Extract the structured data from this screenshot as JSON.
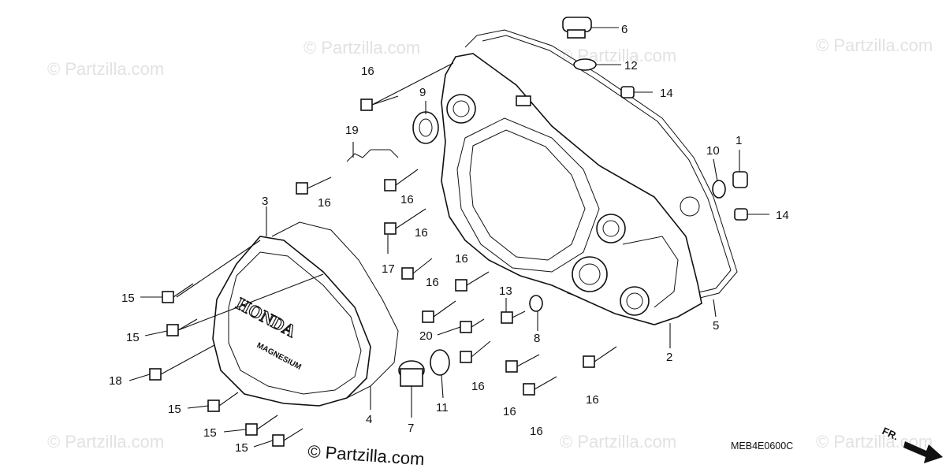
{
  "diagram": {
    "code": "MEB4E0600C",
    "direction_label": "FR.",
    "cover_brand": "HONDA",
    "cover_material": "MAGNESIUM",
    "copyright": "© Partzilla.com",
    "watermark": "© Partzilla.com"
  },
  "callouts": {
    "c6": "6",
    "c12": "12",
    "c14a": "14",
    "c14b": "14",
    "c16_top": "16",
    "c9": "9",
    "c19": "19",
    "c16_b": "16",
    "c16_c": "16",
    "c16_d": "16",
    "c16_e": "16",
    "c16_f": "16",
    "c16_g": "16",
    "c16_h": "16",
    "c16_i": "16",
    "c16_j": "16",
    "c10": "10",
    "c1": "1",
    "c3": "3",
    "c17": "17",
    "c15_a": "15",
    "c15_b": "15",
    "c15_c": "15",
    "c15_d": "15",
    "c15_e": "15",
    "c18": "18",
    "c13": "13",
    "c20": "20",
    "c8": "8",
    "c7": "7",
    "c11": "11",
    "c4": "4",
    "c5": "5",
    "c2": "2"
  }
}
